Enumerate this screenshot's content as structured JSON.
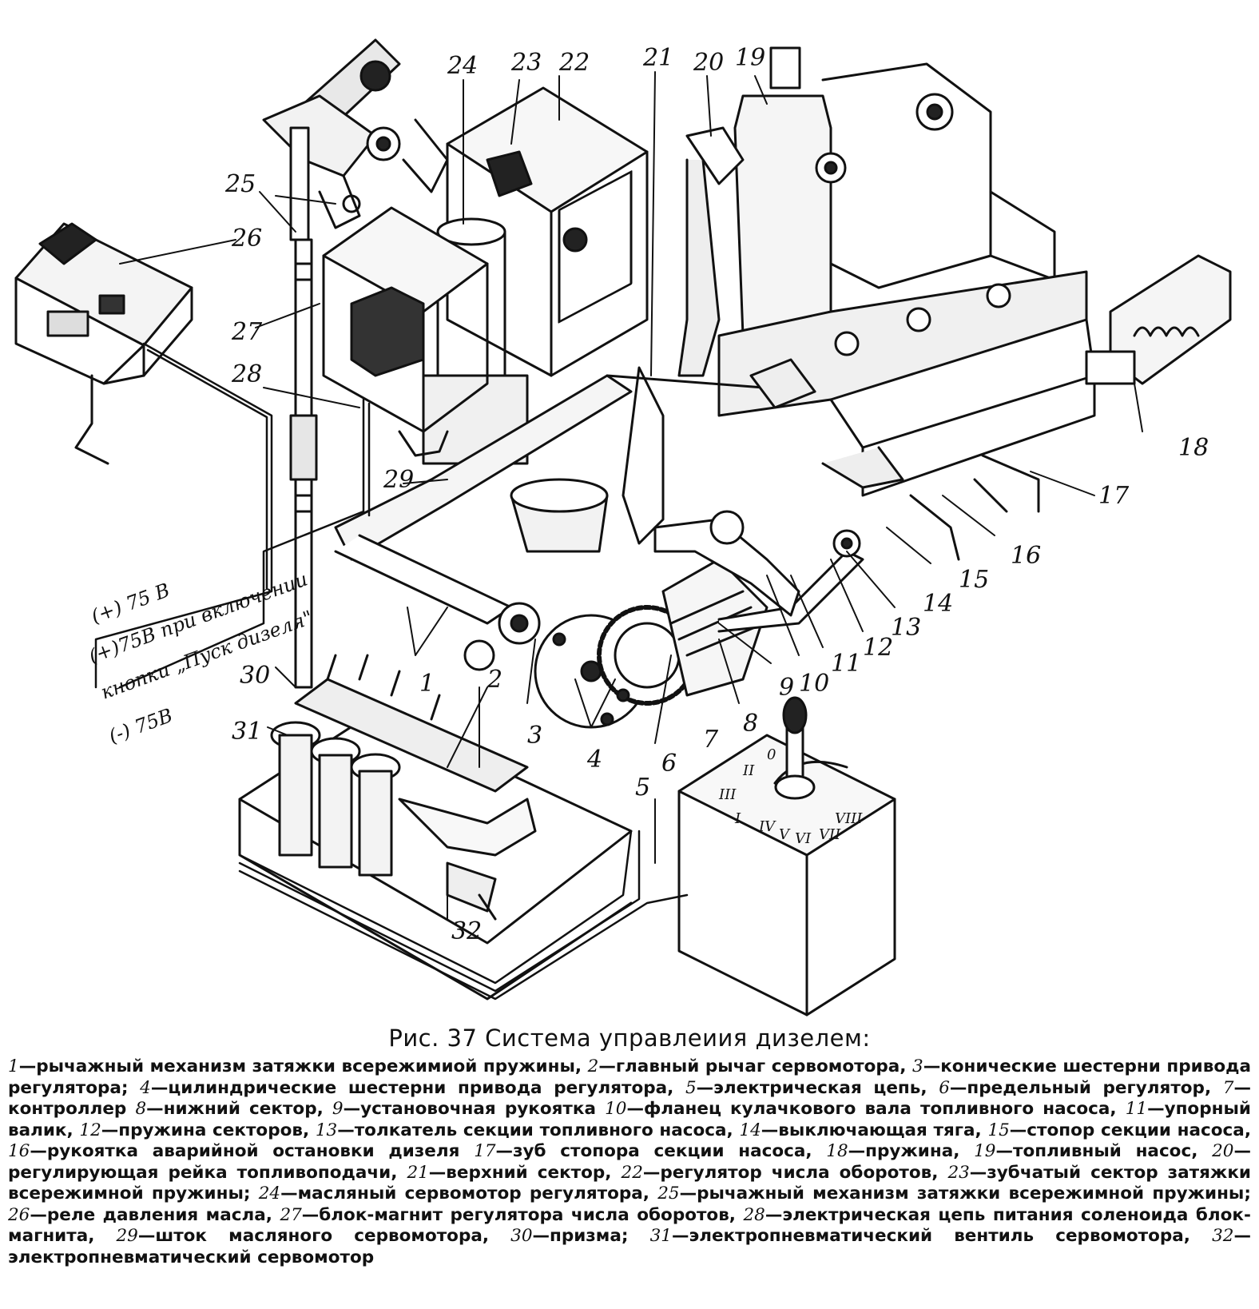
{
  "figure": {
    "callouts": [
      "1",
      "2",
      "3",
      "4",
      "5",
      "6",
      "7",
      "8",
      "9",
      "10",
      "11",
      "12",
      "13",
      "14",
      "15",
      "16",
      "17",
      "18",
      "19",
      "20",
      "21",
      "22",
      "23",
      "24",
      "25",
      "26",
      "27",
      "28",
      "29",
      "30",
      "31",
      "32"
    ],
    "wire_labels": {
      "plus75": "(+) 75 В",
      "plus75_start": "(+)75В при включении",
      "start_button": "кнопки „Пуск дизеля\"",
      "minus75": "(-) 75В"
    },
    "controller_dial": [
      "I",
      "II",
      "III",
      "IV",
      "V",
      "VI",
      "VII",
      "VIII",
      "0"
    ]
  },
  "caption": {
    "title": "Рис. 37   Система управлеиия дизелем:",
    "legend": [
      {
        "num": "1",
        "text": "—рычажный механизм затяжки всережимиой пружины,"
      },
      {
        "num": "2",
        "text": "—главный рычаг сервомотора,"
      },
      {
        "num": "3",
        "text": "—конические шестерни привода регулятора;"
      },
      {
        "num": "4",
        "text": "—цилиндрические шестерни привода регулятора,"
      },
      {
        "num": "5",
        "text": "—электрическая цепь,"
      },
      {
        "num": "6",
        "text": "—предельный регулятор,"
      },
      {
        "num": "7",
        "text": "—контроллер"
      },
      {
        "num": "8",
        "text": "—нижний сектор,"
      },
      {
        "num": "9",
        "text": "—установочная рукоятка"
      },
      {
        "num": "10",
        "text": "—фланец кулачкового вала топливного насоса,"
      },
      {
        "num": "11",
        "text": "—упорный валик,"
      },
      {
        "num": "12",
        "text": "—пружина секторов,"
      },
      {
        "num": "13",
        "text": "—толкатель секции топливного насоса,"
      },
      {
        "num": "14",
        "text": "—выключающая тяга,"
      },
      {
        "num": "15",
        "text": "—стопор секции насоса,"
      },
      {
        "num": "16",
        "text": "—рукоятка аварийной остановки дизеля"
      },
      {
        "num": "17",
        "text": "—зуб стопора секции насоса,"
      },
      {
        "num": "18",
        "text": "—пружина,"
      },
      {
        "num": "19",
        "text": "—топливный насос,"
      },
      {
        "num": "20",
        "text": "—регулирующая рейка топливоподачи,"
      },
      {
        "num": "21",
        "text": "—верхний сектор,"
      },
      {
        "num": "22",
        "text": "—регулятор числа оборотов,"
      },
      {
        "num": "23",
        "text": "—зубчатый сектор затяжки всережимной пружины;"
      },
      {
        "num": "24",
        "text": "—масляный сервомотор регулятора,"
      },
      {
        "num": "25",
        "text": "—рычажный механизм затяжки всережимной пружины;"
      },
      {
        "num": "26",
        "text": "—реле давления масла,"
      },
      {
        "num": "27",
        "text": "—блок-магнит регулятора числа оборотов,"
      },
      {
        "num": "28",
        "text": "—электрическая цепь питания соленоида блок-магнита,"
      },
      {
        "num": "29",
        "text": "—шток масляного сервомотора,"
      },
      {
        "num": "30",
        "text": "—призма;"
      },
      {
        "num": "31",
        "text": "—электропневматический вентиль сервомотора,"
      },
      {
        "num": "32",
        "text": "—электропневматический сервомотор"
      }
    ]
  }
}
